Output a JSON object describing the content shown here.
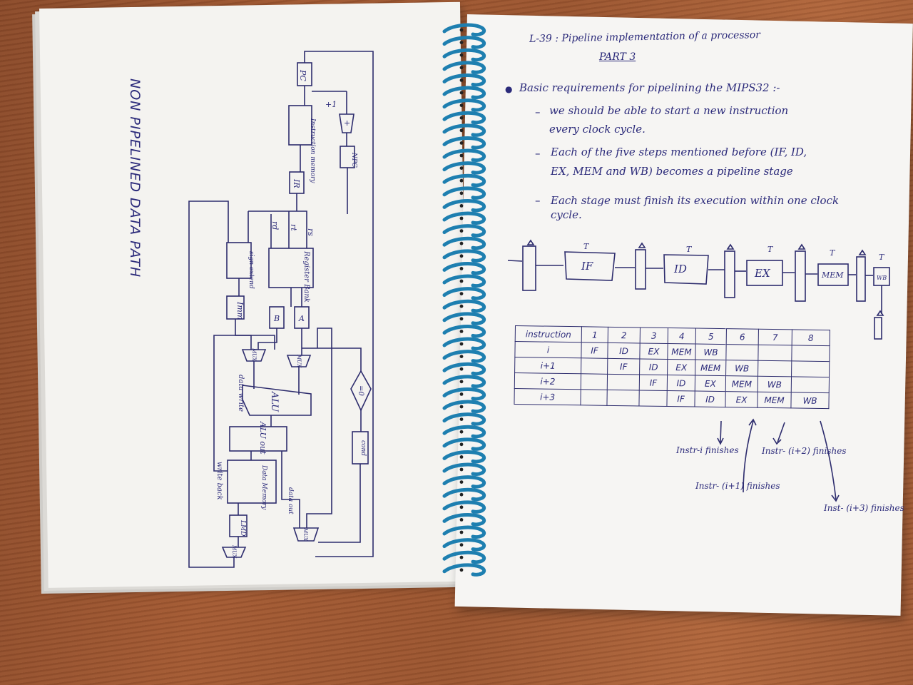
{
  "left_page": {
    "title": "NON PIPELINED DATA PATH",
    "blocks": {
      "pc": "PC",
      "instruction_memory": "Instruction memory",
      "adder_plus": "+",
      "plus_one": "+1",
      "npc": "NPC",
      "ir": "IR",
      "rs": "rs",
      "rt": "rt",
      "rd": "rd",
      "register_bank": "Register Bank",
      "sign_extend": "sign extend",
      "imm": "Imm",
      "b": "B",
      "a": "A",
      "mux": "MUX",
      "alu": "ALU",
      "alu_out": "ALU out",
      "zero_test": "=0",
      "cond": "cond",
      "data_memory": "Data Memory",
      "data_out": "data out",
      "lmd": "LMD",
      "data_write": "data write",
      "write_back": "write back"
    }
  },
  "right_page": {
    "heading": "L-39 : Pipeline implementation of a processor",
    "subheading": "PART 3",
    "bullet": "Basic requirements for pipelining the MIPS32 :-",
    "points": [
      "we should be able to start a new instruction",
      "every clock cycle.",
      "Each of the five steps mentioned before (IF, ID,",
      "EX, MEM and WB) becomes a pipeline stage",
      "Each stage must finish its execution within one clock",
      "cycle."
    ],
    "stages": [
      "IF",
      "ID",
      "EX",
      "MEM",
      "WB"
    ],
    "clock_mark": "T",
    "table": {
      "header": [
        "instruction",
        "1",
        "2",
        "3",
        "4",
        "5",
        "6",
        "7",
        "8"
      ],
      "rows": [
        [
          "i",
          "IF",
          "ID",
          "EX",
          "MEM",
          "WB",
          "",
          "",
          ""
        ],
        [
          "i+1",
          "",
          "IF",
          "ID",
          "EX",
          "MEM",
          "WB",
          "",
          ""
        ],
        [
          "i+2",
          "",
          "",
          "IF",
          "ID",
          "EX",
          "MEM",
          "WB",
          ""
        ],
        [
          "i+3",
          "",
          "",
          "",
          "IF",
          "ID",
          "EX",
          "MEM",
          "WB"
        ]
      ]
    },
    "annotations": [
      "Instr-i finishes",
      "Instr- (i+1) finishes",
      "Instr- (i+2) finishes",
      "Inst- (i+3) finishes"
    ]
  }
}
